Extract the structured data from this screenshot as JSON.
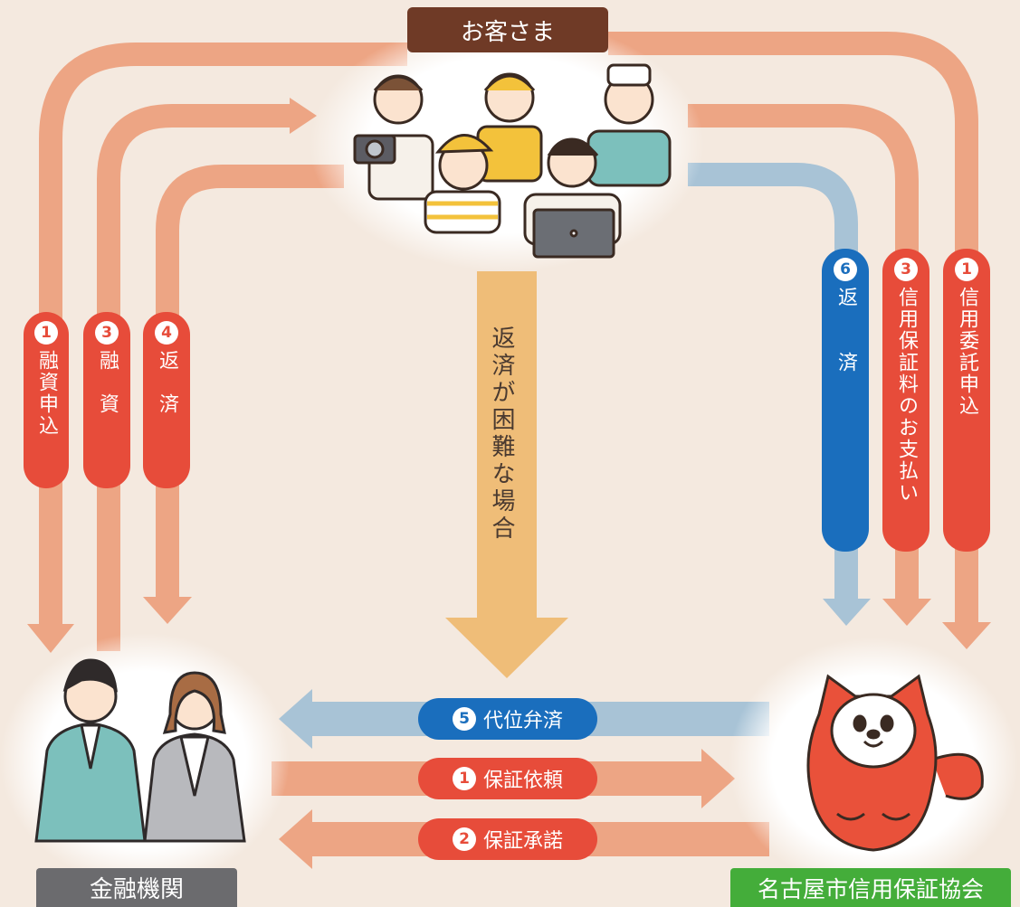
{
  "nodes": {
    "customer": "お客さま",
    "bank": "金融機関",
    "association": "名古屋市信用保証協会"
  },
  "left_flows": [
    {
      "num": "1",
      "text": "融資申込"
    },
    {
      "num": "3",
      "text": "融　資"
    },
    {
      "num": "4",
      "text": "返　済"
    }
  ],
  "right_flows": [
    {
      "num": "6",
      "text": "返　　済"
    },
    {
      "num": "3",
      "text": "信用保証料のお支払い"
    },
    {
      "num": "1",
      "text": "信用委託申込"
    }
  ],
  "center_flow": {
    "text": "返済が困難な場合"
  },
  "horizontal_flows": [
    {
      "num": "5",
      "text": "代位弁済"
    },
    {
      "num": "1",
      "text": "保証依頼"
    },
    {
      "num": "2",
      "text": "保証承諾"
    }
  ],
  "colors": {
    "background": "#f4e9df",
    "arrow_salmon": "#eda584",
    "arrow_blue": "#a8c3d6",
    "arrow_yellow": "#efbd78",
    "pill_red": "#e74c3a",
    "pill_blue": "#1a6ebd",
    "customer_label": "#6f3a26",
    "bank_label": "#6b6b6e",
    "association_label": "#44ad3a",
    "mascot": "#e9513a"
  }
}
